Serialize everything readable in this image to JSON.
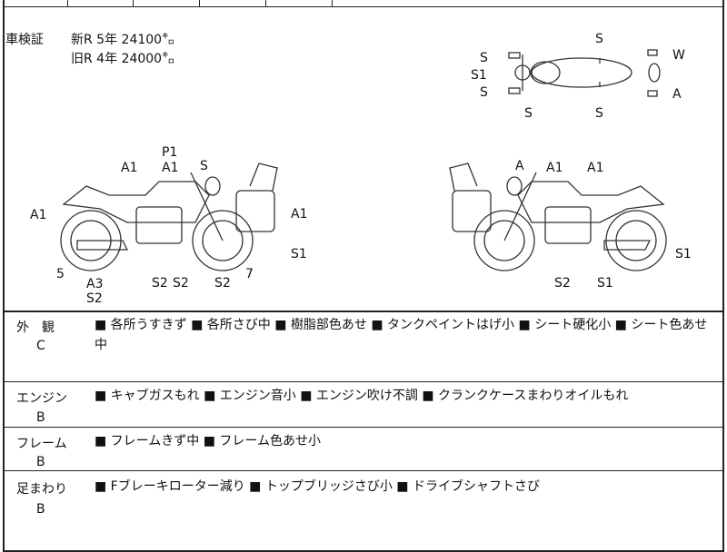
{
  "registration": {
    "label": "車検証",
    "new_line": "新R  5年   24100㌔",
    "old_line": "旧R  4年   24000㌔"
  },
  "diagram": {
    "top_view": [
      "S",
      "S1",
      "S",
      "S",
      "S",
      "S",
      "W",
      "A"
    ],
    "left_side": [
      "P1",
      "A1",
      "S",
      "A1",
      "A1",
      "A1",
      "S1",
      "5",
      "A3",
      "S2",
      "S2",
      "S2",
      "S2",
      "7"
    ],
    "right_side": [
      "A",
      "A1",
      "A1",
      "S1",
      "S2",
      "S1"
    ]
  },
  "conditions": [
    {
      "label": "外　観",
      "grade": "C",
      "text": "■ 各所うすきず ■ 各所さび中 ■ 樹脂部色あせ ■ タンクペイントはげ小 ■ シート硬化小 ■ シート色あせ中"
    },
    {
      "label": "エンジン",
      "grade": "B",
      "text": "■ キャブガスもれ ■ エンジン音小 ■ エンジン吹け不調 ■ クランクケースまわりオイルもれ"
    },
    {
      "label": "フレーム",
      "grade": "B",
      "text": "■ フレームきず中 ■ フレーム色あせ小"
    },
    {
      "label": "足まわり",
      "grade": "B",
      "text": "■ Fブレーキローター減り ■ トップブリッジさび小 ■ ドライブシャフトさび"
    }
  ]
}
